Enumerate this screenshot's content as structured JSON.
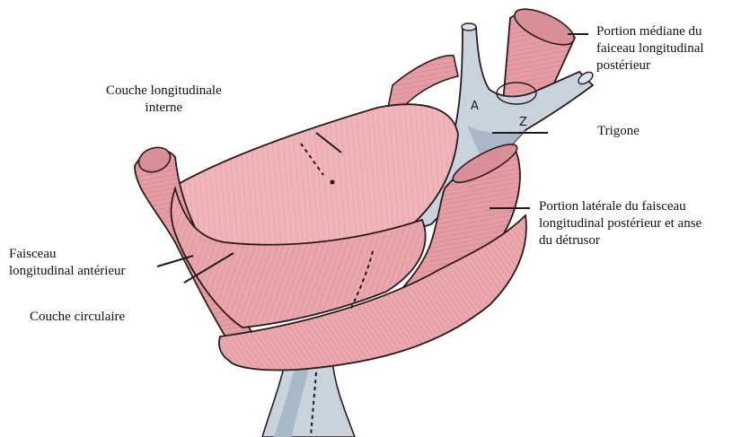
{
  "labels": {
    "couche_longitudinale": [
      "Couche longitudinale",
      "interne"
    ],
    "portion_mediane": [
      "Portion médiane du",
      "faiceau longitudinal",
      "postérieur"
    ],
    "trigone": [
      "Trigone"
    ],
    "portion_laterale": [
      "Portion latérale du faisceau",
      "longitudinal postérieur et anse",
      "du détrusor"
    ],
    "faisceau_anterieur": [
      "Faisceau",
      "longitudinal antérieur"
    ],
    "couche_circulaire": [
      "Couche circulaire"
    ]
  },
  "glyphs": {
    "left_ureter_mark": "A",
    "right_ureter_mark": "Z"
  },
  "colors": {
    "muscle": "#e8a3a8",
    "muscle_dark": "#c97d86",
    "muscle_light": "#f2c4c6",
    "trigone": "#c9d3dd",
    "trigone_dark": "#9fb0c0",
    "outline": "#2a1a1c"
  }
}
